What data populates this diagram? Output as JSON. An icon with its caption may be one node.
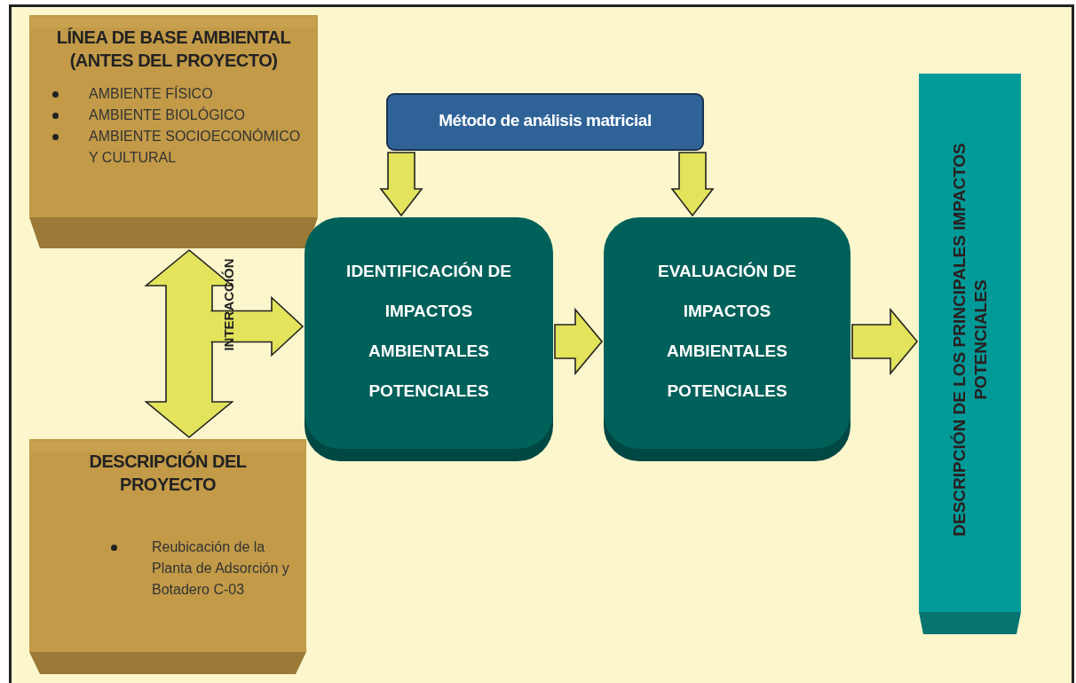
{
  "diagram": {
    "nodes": [
      {
        "text": [
          "LÍNEA DE BASE AMBIENTAL (ANTES DEL PROYECTO)",
          "AMBIENTE FÍSICO",
          "AMBIENTE BIOLÓGICO",
          "AMBIENTE SOCIOECONÓMICO Y CULTURAL"
        ]
      },
      {
        "text": [
          "DESCRIPCIÓN DEL PROYECTO",
          "Reubicación de la Planta de Adsorción y Botadero C-03"
        ]
      },
      {
        "text": [
          "Método de análisis matricial"
        ]
      },
      {
        "text": [
          "IDENTIFICACIÓN DE IMPACTOS AMBIENTALES POTENCIALES"
        ]
      },
      {
        "text": [
          "EVALUACIÓN DE IMPACTOS AMBIENTALES POTENCIALES"
        ]
      },
      {
        "text": [
          "DESCRIPCIÓN DE LOS PRINCIPALES IMPACTOS POTENCIALES"
        ]
      }
    ],
    "edges": [
      {
        "from": 0,
        "to": 1,
        "arrow": "both",
        "label": "INTERACCIÓN"
      },
      {
        "from": null,
        "to": 3,
        "arrow": "to"
      },
      {
        "from": 2,
        "to": 3,
        "arrow": "to"
      },
      {
        "from": 2,
        "to": 4,
        "arrow": "to"
      },
      {
        "from": 3,
        "to": 4,
        "arrow": "to"
      },
      {
        "from": 4,
        "to": 5,
        "arrow": "to"
      }
    ]
  }
}
